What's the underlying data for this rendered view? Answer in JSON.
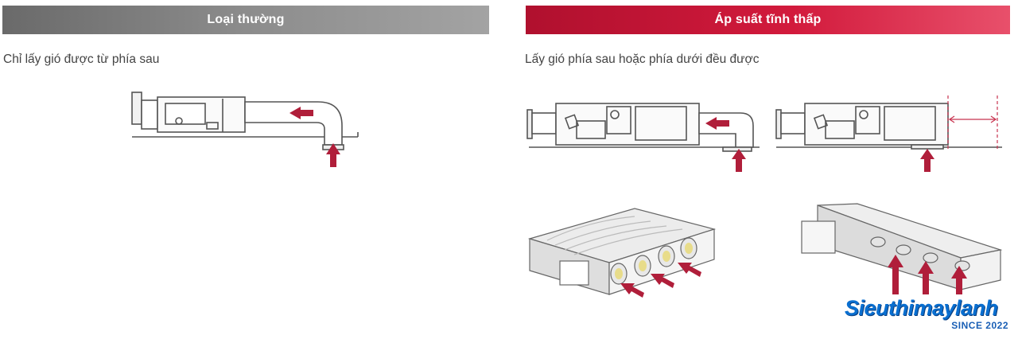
{
  "left_panel": {
    "header": "Loại thường",
    "description": "Chỉ lấy gió được từ phía sau"
  },
  "right_panel": {
    "header": "Áp suất tĩnh thấp",
    "description": "Lấy gió phía sau hoặc phía dưới đều được"
  },
  "watermark": {
    "name": "Sieuthimaylanh",
    "tagline": "SINCE 2022"
  },
  "colors": {
    "header_gray": "#8c8c8c",
    "header_red": "#d21a3c",
    "arrow": "#b01e3a",
    "line": "#555555"
  },
  "icons": [
    "airflow-arrow-icon"
  ]
}
